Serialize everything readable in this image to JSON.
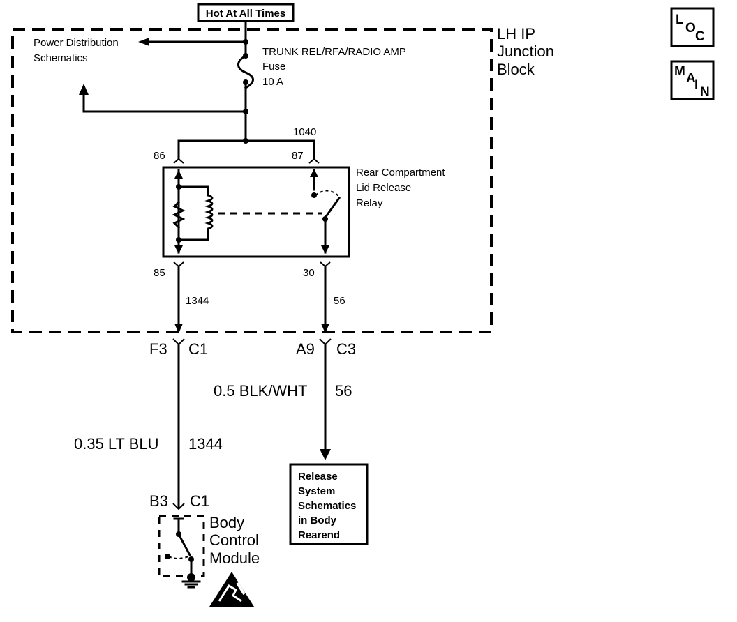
{
  "power": {
    "label": "Hot At All Times"
  },
  "junction_block": {
    "line1": "LH IP",
    "line2": "Junction",
    "line3": "Block"
  },
  "power_distribution": {
    "line1": "Power Distribution",
    "line2": "Schematics"
  },
  "fuse": {
    "line1": "TRUNK REL/RFA/RADIO AMP",
    "line2": "Fuse",
    "line3": "10 A"
  },
  "relay": {
    "line1": "Rear Compartment",
    "line2": "Lid Release",
    "line3": "Relay",
    "pin_86": "86",
    "pin_87": "87",
    "pin_85": "85",
    "pin_30": "30",
    "circuit_top": "1040",
    "circuit_left": "1344",
    "circuit_right": "56"
  },
  "connectors": {
    "left_pin": "F3",
    "left_conn": "C1",
    "right_pin": "A9",
    "right_conn": "C3",
    "bcm_pin": "B3",
    "bcm_conn": "C1"
  },
  "wires": {
    "right_label": "0.5 BLK/WHT",
    "right_circuit": "56",
    "left_label": "0.35 LT BLU",
    "left_circuit": "1344"
  },
  "release_box": {
    "line1": "Release",
    "line2": "System",
    "line3": "Schematics",
    "line4": "in Body",
    "line5": "Rearend"
  },
  "bcm": {
    "line1": "Body",
    "line2": "Control",
    "line3": "Module"
  },
  "loc_icon": {
    "l1": "L",
    "l2": "O",
    "l3": "C"
  },
  "main_icon": {
    "l1": "M",
    "l2": "A",
    "l3": "I",
    "l4": "N"
  }
}
